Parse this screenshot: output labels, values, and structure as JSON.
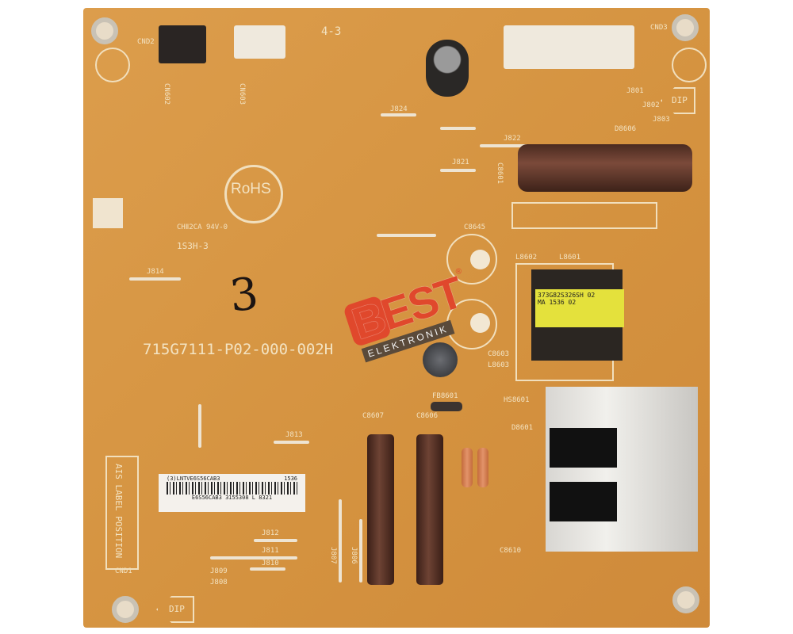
{
  "board": {
    "revision": "4-3",
    "rohs": "RoHS",
    "part_number": "715G7111-P02-000-002H",
    "ul_mark": "CHⅡ2CA 94V-0",
    "date_code": "1S3H-3",
    "handwritten_mark": "3",
    "label_position": "AIS LABEL POSITION",
    "dip_label": "DIP",
    "barcode_label": {
      "line1": "(3)LNTVE6S56CAB3",
      "code": "1536",
      "line2": "E6S56CAB3 3155308 L 8321"
    },
    "transformer_label": {
      "line1": "373G82S326SH 02",
      "line2": "MA 1536 02"
    },
    "refs": {
      "cn602": "CN602",
      "cn603": "CN603",
      "cnd1": "CND1",
      "cnd2": "CND2",
      "cnd3": "CND3",
      "j824": "J824",
      "j822": "J822",
      "j821": "J821",
      "j814": "J814",
      "j813": "J813",
      "j812": "J812",
      "j811": "J811",
      "j810": "J810",
      "j809": "J809",
      "j808": "J808",
      "j807": "J807",
      "j806": "J806",
      "j801": "J801",
      "j802": "J802",
      "j803": "J803",
      "l8601": "L8601",
      "l8602": "L8602",
      "l8603": "L8603",
      "c8645": "C8645",
      "c8603": "C8603",
      "c8607": "C8607",
      "c8606": "C8606",
      "fb8601": "FB8601",
      "hs8601": "HS8601",
      "d8601": "D8601",
      "c8610": "C8610",
      "c8601": "C8601",
      "d8606": "D8606"
    }
  },
  "watermark": {
    "brand": "BEST",
    "sub": "ELEKTRONIK",
    "registered": "®",
    "accent": "#e0482c"
  }
}
